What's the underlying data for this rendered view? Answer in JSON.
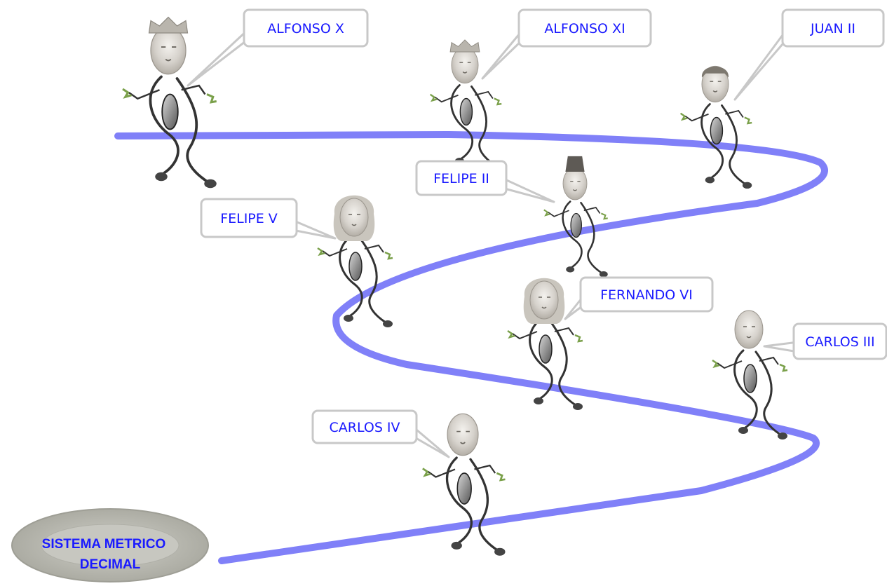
{
  "timeline": {
    "monarchs": [
      {
        "name": "ALFONSO X",
        "accessory": "crown"
      },
      {
        "name": "ALFONSO XI",
        "accessory": "crown"
      },
      {
        "name": "JUAN II",
        "accessory": "hair"
      },
      {
        "name": "FELIPE II",
        "accessory": "hat"
      },
      {
        "name": "FELIPE  V",
        "accessory": "wig"
      },
      {
        "name": "FERNANDO VI",
        "accessory": "wig"
      },
      {
        "name": "CARLOS III",
        "accessory": "none"
      },
      {
        "name": "CARLOS IV",
        "accessory": "none"
      }
    ],
    "end_badge": {
      "line1": "SISTEMA METRICO",
      "line2": "DECIMAL"
    }
  },
  "colors": {
    "path": "#8080f8",
    "text": "#1a1aff",
    "callout_border": "#c8c8c8",
    "badge_outer": "#b5b5ad",
    "badge_inner": "#c7c7c0"
  }
}
